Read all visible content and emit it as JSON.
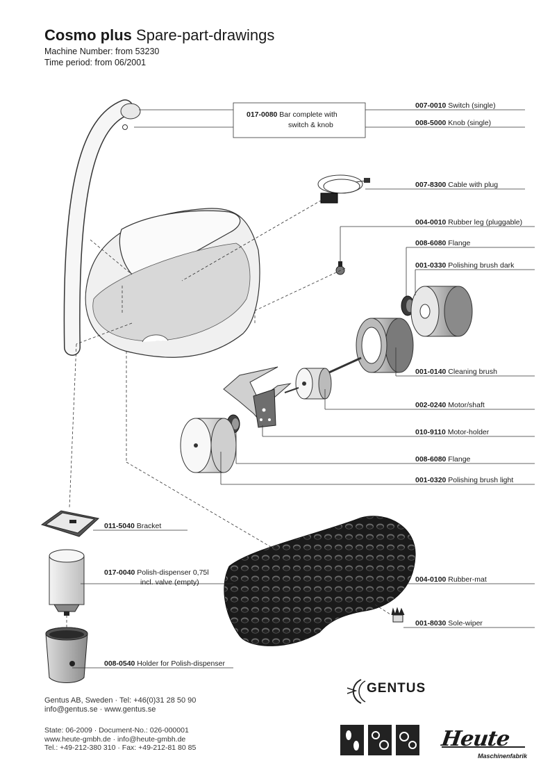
{
  "header": {
    "title_bold": "Cosmo plus",
    "title_rest": "Spare-part-drawings",
    "machine_number": "Machine Number: from 53230",
    "time_period": "Time period: from 06/2001"
  },
  "parts": [
    {
      "number": "007-0010",
      "name": "Switch (single)"
    },
    {
      "number": "008-5000",
      "name": "Knob (single)"
    },
    {
      "number": "007-8300",
      "name": "Cable with plug"
    },
    {
      "number": "004-0010",
      "name": "Rubber leg (pluggable)"
    },
    {
      "number": "008-6080",
      "name": "Flange"
    },
    {
      "number": "001-0330",
      "name": "Polishing brush dark"
    },
    {
      "number": "001-0140",
      "name": "Cleaning brush"
    },
    {
      "number": "002-0240",
      "name": "Motor/shaft"
    },
    {
      "number": "010-9110",
      "name": "Motor-holder"
    },
    {
      "number": "008-6080",
      "name": "Flange"
    },
    {
      "number": "001-0320",
      "name": "Polishing brush light"
    },
    {
      "number": "011-5040",
      "name": "Bracket"
    },
    {
      "number": "004-0100",
      "name": "Rubber-mat"
    },
    {
      "number": "001-8030",
      "name": "Sole-wiper"
    },
    {
      "number": "008-0540",
      "name": "Holder for Polish-dispenser"
    }
  ],
  "bar_box": {
    "number": "017-0080",
    "line1": "Bar complete with",
    "line2": "switch & knob"
  },
  "dispenser": {
    "number": "017-0040",
    "line1": "Polish-dispenser 0,75l",
    "line2": "incl. valve (empty)"
  },
  "footer": {
    "company1": "Gentus AB, Sweden  ·  Tel: +46(0)31 28 50 90",
    "company2": "info@gentus.se  ·  www.gentus.se",
    "state": "State: 06-2009  ·  Document-No.: 026-000001",
    "web2": "www.heute-gmbh.de · info@heute-gmbh.de",
    "tel2": "Tel.: +49-212-380 310 · Fax: +49-212-81 80 85"
  },
  "logos": {
    "gentus": "GENTUS",
    "heute": "Heute",
    "maschinen": "Maschinenfabrik"
  }
}
